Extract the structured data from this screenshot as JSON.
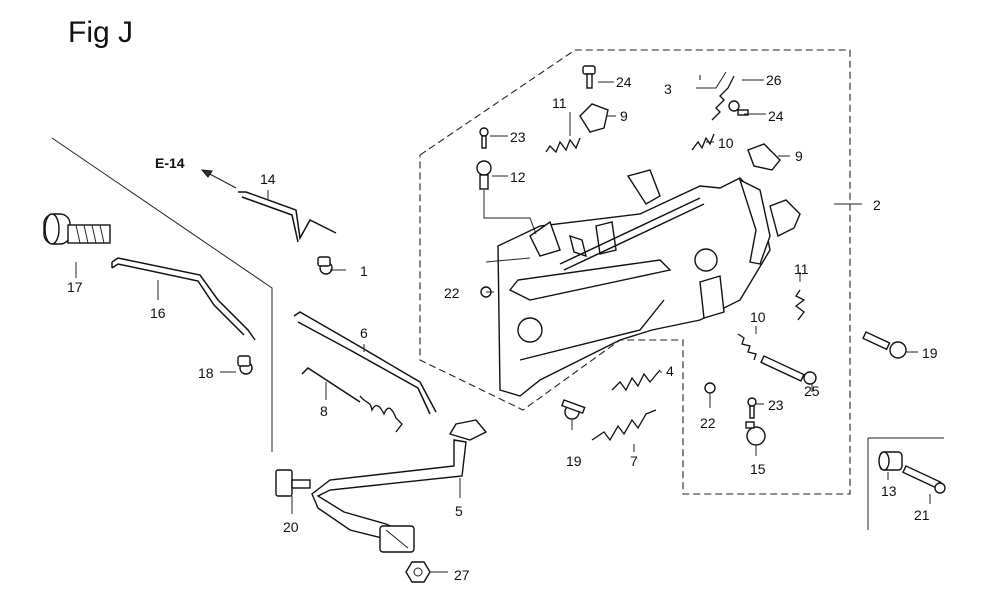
{
  "figure": {
    "title": "Fig J",
    "reference": "E-14"
  },
  "callouts": [
    {
      "id": "c1",
      "label": "1"
    },
    {
      "id": "c2",
      "label": "2"
    },
    {
      "id": "c3",
      "label": "3"
    },
    {
      "id": "c4",
      "label": "4"
    },
    {
      "id": "c5",
      "label": "5"
    },
    {
      "id": "c6",
      "label": "6"
    },
    {
      "id": "c7",
      "label": "7"
    },
    {
      "id": "c8",
      "label": "8"
    },
    {
      "id": "c9a",
      "label": "9"
    },
    {
      "id": "c9b",
      "label": "9"
    },
    {
      "id": "c10a",
      "label": "10"
    },
    {
      "id": "c10b",
      "label": "10"
    },
    {
      "id": "c11a",
      "label": "11"
    },
    {
      "id": "c11b",
      "label": "11"
    },
    {
      "id": "c12",
      "label": "12"
    },
    {
      "id": "c13",
      "label": "13"
    },
    {
      "id": "c14",
      "label": "14"
    },
    {
      "id": "c15",
      "label": "15"
    },
    {
      "id": "c16",
      "label": "16"
    },
    {
      "id": "c17",
      "label": "17"
    },
    {
      "id": "c18",
      "label": "18"
    },
    {
      "id": "c19a",
      "label": "19"
    },
    {
      "id": "c19b",
      "label": "19"
    },
    {
      "id": "c20",
      "label": "20"
    },
    {
      "id": "c21",
      "label": "21"
    },
    {
      "id": "c22a",
      "label": "22"
    },
    {
      "id": "c22b",
      "label": "22"
    },
    {
      "id": "c23a",
      "label": "23"
    },
    {
      "id": "c23b",
      "label": "23"
    },
    {
      "id": "c24a",
      "label": "24"
    },
    {
      "id": "c24b",
      "label": "24"
    },
    {
      "id": "c25",
      "label": "25"
    },
    {
      "id": "c26",
      "label": "26"
    },
    {
      "id": "c27",
      "label": "27"
    }
  ]
}
